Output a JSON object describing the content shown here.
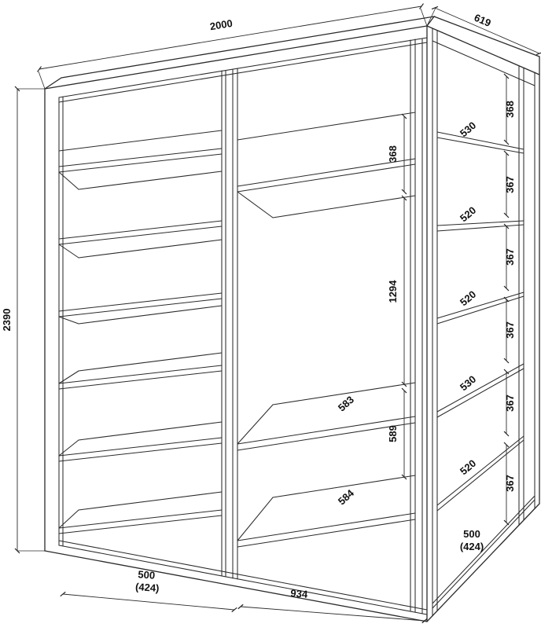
{
  "dimensions": {
    "overall_width": "2000",
    "overall_depth": "619",
    "overall_height": "2390",
    "center_width": "934",
    "center_top_gap": "368",
    "center_middle_height": "1294",
    "center_middle_shelf_depth": "583",
    "center_bottom_gap": "589",
    "center_bottom_shelf_depth": "584",
    "left_column_width": "500",
    "left_column_inner_width": "(424)",
    "right_column_width": "500",
    "right_column_inner_width": "(424)",
    "right_gaps": [
      "368",
      "367",
      "367",
      "367",
      "367",
      "367"
    ],
    "right_shelf_depths": [
      "530",
      "520",
      "520",
      "530",
      "520"
    ]
  }
}
